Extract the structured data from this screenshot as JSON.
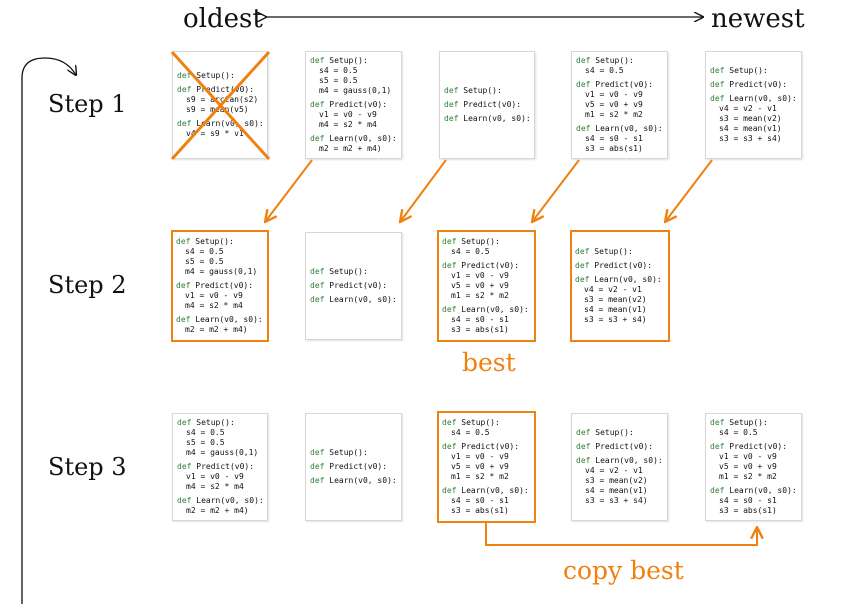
{
  "header": {
    "oldest": "oldest",
    "newest": "newest"
  },
  "steps": [
    "Step 1",
    "Step 2",
    "Step 3"
  ],
  "labels": {
    "best": "best",
    "copy_best": "copy best"
  },
  "colors": {
    "accent": "#f08010",
    "keyword": "#2e7d32",
    "text": "#111111"
  },
  "programs": {
    "A": [
      {
        "sig": "Setup():",
        "lines": []
      },
      {
        "sig": "Predict(v0):",
        "lines": [
          "s9 = arctan(s2)",
          "s9 = mean(v5)"
        ]
      },
      {
        "sig": "Learn(v0, s0):",
        "lines": [
          "v4 = s9 * v1"
        ]
      }
    ],
    "B": [
      {
        "sig": "Setup():",
        "lines": [
          "s4 = 0.5",
          "s5 = 0.5",
          "m4 = gauss(0,1)"
        ]
      },
      {
        "sig": "Predict(v0):",
        "lines": [
          "v1 = v0 - v9",
          "m4 = s2 * m4"
        ]
      },
      {
        "sig": "Learn(v0, s0):",
        "lines": [
          "m2 = m2 + m4)"
        ]
      }
    ],
    "C": [
      {
        "sig": "Setup():",
        "lines": []
      },
      {
        "sig": "Predict(v0):",
        "lines": []
      },
      {
        "sig": "Learn(v0, s0):",
        "lines": []
      }
    ],
    "D": [
      {
        "sig": "Setup():",
        "lines": [
          "s4 = 0.5"
        ]
      },
      {
        "sig": "Predict(v0):",
        "lines": [
          "v1 = v0 - v9",
          "v5 = v0 + v9",
          "m1 = s2 * m2"
        ]
      },
      {
        "sig": "Learn(v0, s0):",
        "lines": [
          "s4 = s0 - s1",
          "s3 = abs(s1)"
        ]
      }
    ],
    "E": [
      {
        "sig": "Setup():",
        "lines": []
      },
      {
        "sig": "Predict(v0):",
        "lines": []
      },
      {
        "sig": "Learn(v0, s0):",
        "lines": [
          "v4 = v2 - v1",
          "s3 = mean(v2)",
          "s4 = mean(v1)",
          "s3 = s3 + s4)"
        ]
      }
    ]
  },
  "grid": {
    "step1": [
      "A",
      "B",
      "C",
      "D",
      "E"
    ],
    "step2": [
      "B",
      "C",
      "D",
      "E"
    ],
    "step3": [
      "B",
      "C",
      "D",
      "E",
      "D"
    ]
  }
}
